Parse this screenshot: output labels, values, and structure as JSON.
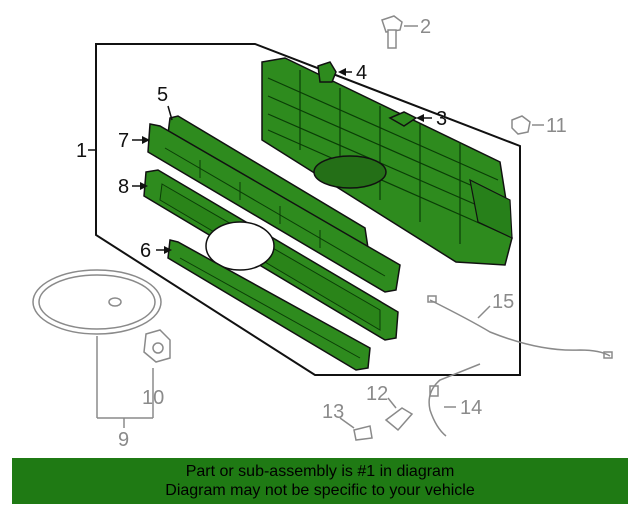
{
  "callouts": {
    "c1": "1",
    "c2": "2",
    "c3": "3",
    "c4": "4",
    "c5": "5",
    "c6": "6",
    "c7": "7",
    "c8": "8",
    "c9": "9",
    "c10": "10",
    "c11": "11",
    "c12": "12",
    "c13": "13",
    "c14": "14",
    "c15": "15"
  },
  "footer": {
    "line1": "Part or sub-assembly is #1 in diagram",
    "line2": "Diagram may not be specific to your vehicle"
  },
  "colors": {
    "highlight": "#2e8b1e",
    "footer_bg": "#1f7a14",
    "outline": "#111111",
    "gray_part": "#9a9a9a"
  }
}
